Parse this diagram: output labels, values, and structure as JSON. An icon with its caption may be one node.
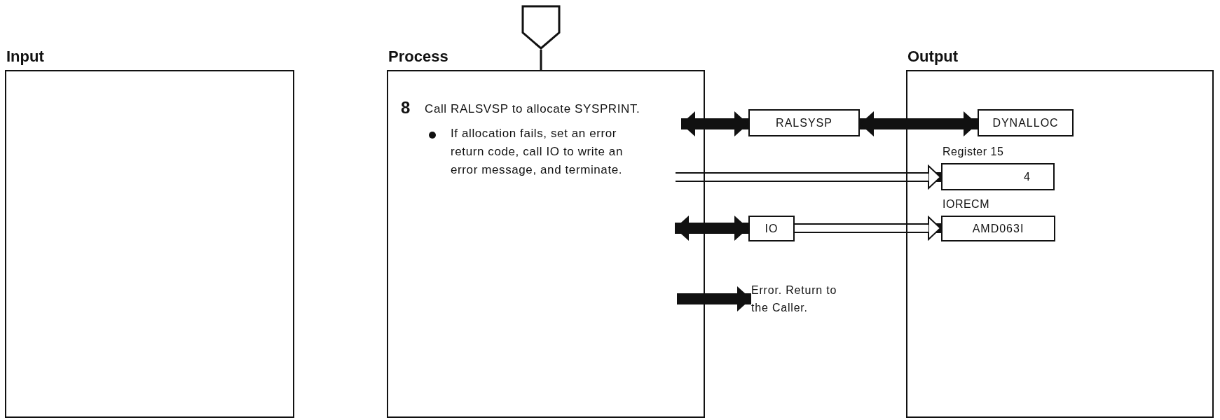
{
  "diagram": {
    "nodes": [
      {
        "text": [
          "Input"
        ]
      },
      {
        "text": [
          "Process"
        ]
      },
      {
        "text": [
          "Output"
        ]
      },
      {
        "text": [],
        "shape": "pentagon"
      },
      {
        "text": [
          "8",
          "Call RALSVSP to allocate SYSPRINT."
        ],
        "in": 1
      },
      {
        "text": [
          "If allocation fails, set an error return code, call IO to write an error message, and terminate."
        ],
        "in": 1
      },
      {
        "text": [
          "RALSYSP"
        ]
      },
      {
        "text": [
          "DYNALLOC"
        ],
        "in": 2
      },
      {
        "text": [
          "4"
        ],
        "beside": [
          "Register 15"
        ],
        "in": 2
      },
      {
        "text": [
          "IO"
        ]
      },
      {
        "text": [
          "AMD063I"
        ],
        "beside": [
          "IORECM"
        ],
        "in": 2
      },
      {
        "text": [
          "Error. Return to the Caller."
        ]
      }
    ],
    "edges": [
      {
        "from": 3,
        "to": 1,
        "arrow": "none"
      },
      {
        "from": 4,
        "to": 6,
        "arrow": "both"
      },
      {
        "from": 6,
        "to": 7,
        "arrow": "both"
      },
      {
        "from": 5,
        "to": 8,
        "arrow": "to"
      },
      {
        "from": 1,
        "to": 9,
        "arrow": "both"
      },
      {
        "from": 9,
        "to": 10,
        "arrow": "to"
      },
      {
        "from": null,
        "to": 11,
        "arrow": "to"
      }
    ]
  }
}
